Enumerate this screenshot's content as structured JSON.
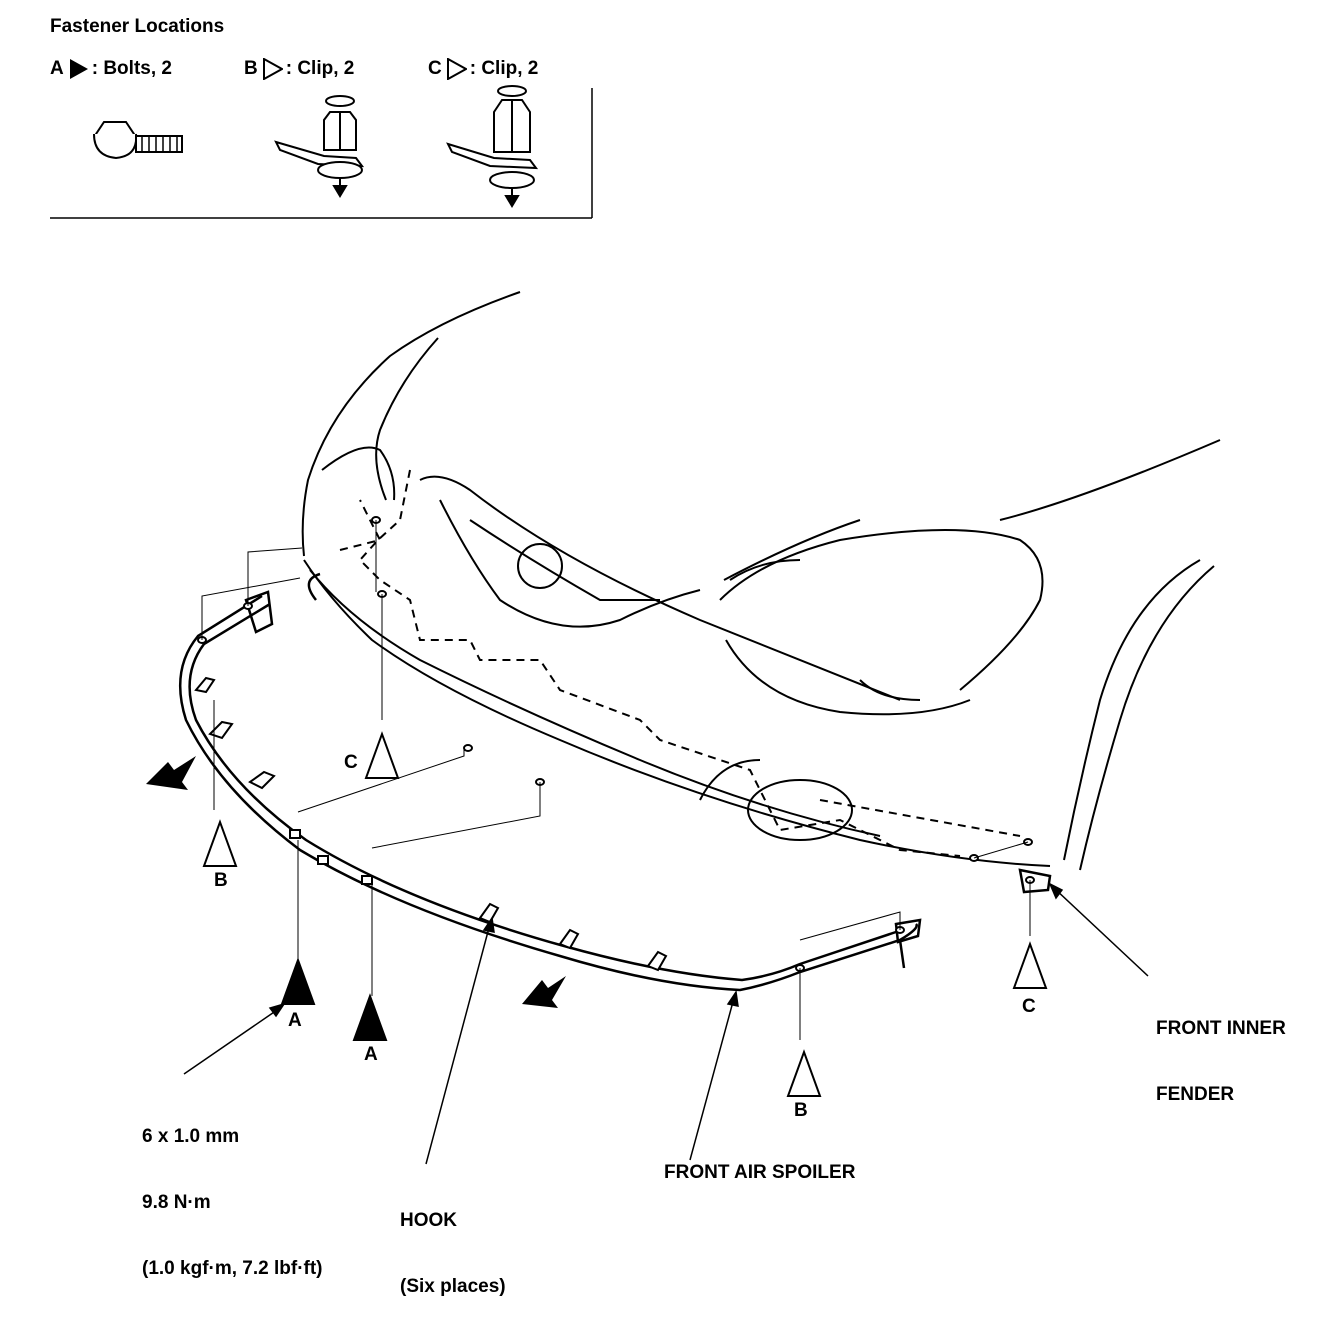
{
  "legend": {
    "title": "Fastener Locations",
    "items": [
      {
        "letter": "A",
        "symbol": "filled-triangle",
        "text": ": Bolts, 2"
      },
      {
        "letter": "B",
        "symbol": "open-triangle",
        "text": ": Clip, 2"
      },
      {
        "letter": "C",
        "symbol": "open-triangle",
        "text": ": Clip, 2"
      }
    ]
  },
  "markers": [
    {
      "letter": "C",
      "type": "open"
    },
    {
      "letter": "B",
      "type": "open"
    },
    {
      "letter": "A",
      "type": "filled"
    },
    {
      "letter": "A",
      "type": "filled"
    },
    {
      "letter": "B",
      "type": "open"
    },
    {
      "letter": "C",
      "type": "open"
    }
  ],
  "callouts": {
    "bolt_spec": [
      "6 x 1.0 mm",
      "9.8 N·m",
      "(1.0 kgf·m, 7.2 lbf·ft)"
    ],
    "hook": [
      "HOOK",
      "(Six places)"
    ],
    "spoiler": "FRONT AIR SPOILER",
    "inner_fender": [
      "FRONT INNER",
      "FENDER"
    ]
  }
}
